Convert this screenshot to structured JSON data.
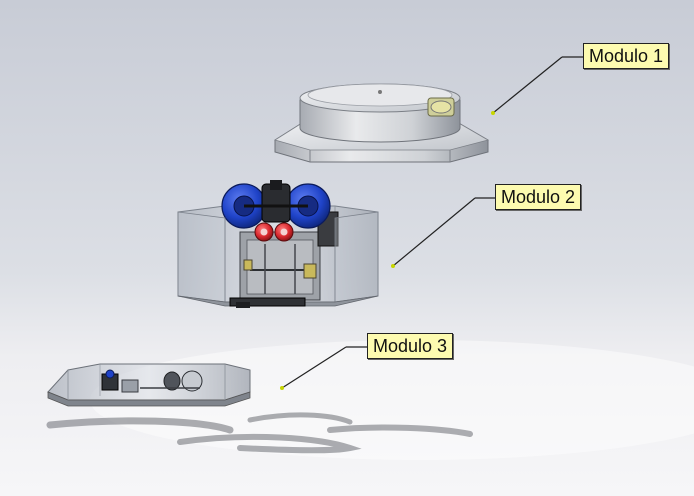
{
  "labels": {
    "module_1": "Modulo 1",
    "module_2": "Modulo 2",
    "module_3": "Modulo 3"
  },
  "colors": {
    "background_top": "#c8ccd6",
    "background_bottom": "#f4f4f6",
    "callout_fill": "#fdfbb0",
    "leader_line": "#222222",
    "leader_dot": "#c7d600",
    "wheel_blue": "#1f43c8",
    "roller_red": "#d8262c",
    "metal_light": "#d6d8dc",
    "glass": "#c4c9d2"
  }
}
